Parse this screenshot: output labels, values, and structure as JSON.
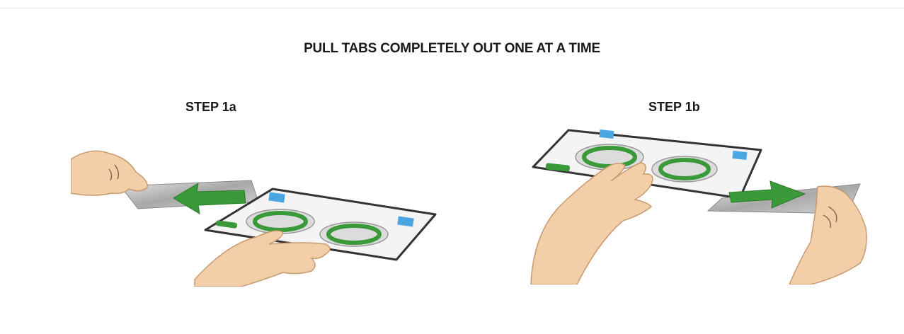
{
  "title": "PULL TABS COMPLETELY OUT ONE AT A TIME",
  "steps": [
    {
      "label": "STEP 1a"
    },
    {
      "label": "STEP 1b"
    }
  ],
  "colors": {
    "text": "#1a1a1a",
    "arrow_green": "#3a9a3a",
    "pad_fill": "#f4f4f4",
    "pad_edge": "#333333",
    "blue_tab": "#4aa6e0",
    "skin": "#f2cfa8",
    "foil": "#b9b9b9"
  },
  "icons": [
    "hand-icon",
    "arrow-icon",
    "electrode-pad-icon",
    "release-liner-icon"
  ]
}
